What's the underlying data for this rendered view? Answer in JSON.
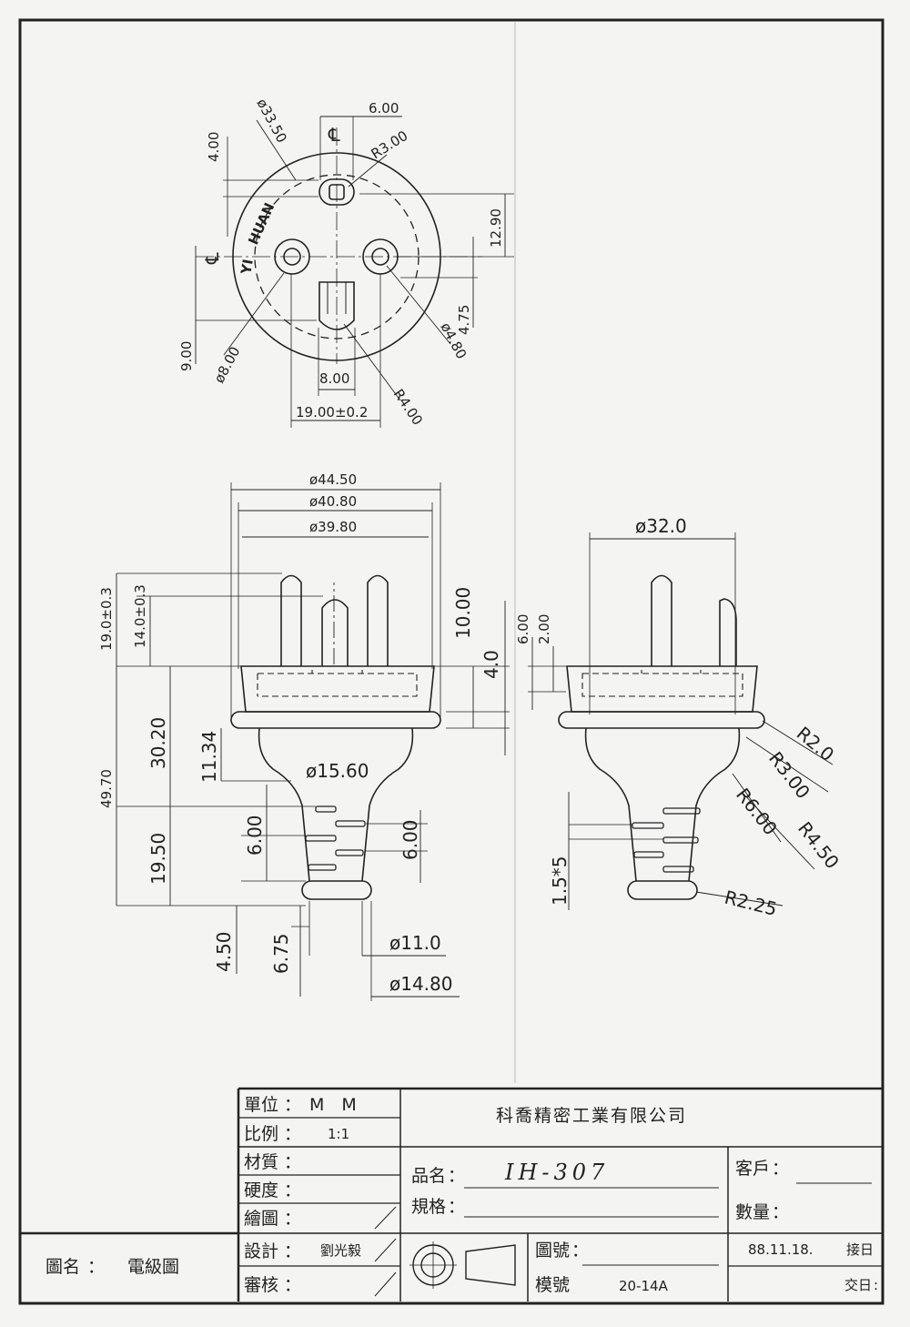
{
  "top_view": {
    "d_outer": "ø33.50",
    "w_top_slot": "6.00",
    "h_top": "4.00",
    "r_top_slot": "R3.00",
    "v_12_90": "12.90",
    "v_4_75": "4.75",
    "v_9_00": "9.00",
    "d_pin": "ø8.00",
    "d_hole": "ø4.80",
    "w_slot": "8.00",
    "pin_spacing": "19.00±0.2",
    "r_slot": "R4.00",
    "centerline": "℄",
    "brand": "HUAN",
    "brand2": "YI"
  },
  "front_view": {
    "d_44_50": "ø44.50",
    "d_40_80": "ø40.80",
    "d_39_80": "ø39.80",
    "h_19": "19.0±0.3",
    "h_14": "14.0±0.3",
    "h_10": "10.00",
    "h_4": "4.0",
    "h_49_70": "49.70",
    "h_30_20": "30.20",
    "h_11_34": "11.34",
    "d_15_60": "ø15.60",
    "h_19_50": "19.50",
    "h_6_left": "6.00",
    "h_6_right": "6.00",
    "h_4_50": "4.50",
    "h_6_75": "6.75",
    "d_11": "ø11.0",
    "d_14_80": "ø14.80"
  },
  "side_view": {
    "d_32": "ø32.0",
    "h_6": "6.00",
    "h_2": "2.00",
    "r_2": "R2.0",
    "r_3": "R3.00",
    "r_6": "R6.00",
    "r_4_5": "R4.50",
    "pitch": "1.5*5",
    "r_2_25": "R2.25"
  },
  "title_block": {
    "unit_label": "單位",
    "unit_value": "M　M",
    "scale_label": "比例",
    "scale_value": "1:1",
    "material_label": "材質",
    "hardness_label": "硬度",
    "drawn_label": "繪圖",
    "design_label": "設計",
    "designer": "劉光毅",
    "review_label": "審核",
    "drawing_name_label": "圖名",
    "drawing_name": "電級圖",
    "company": "科喬精密工業有限公司",
    "product_label": "品名",
    "product": "IH-307",
    "spec_label": "規格",
    "customer_label": "客戶",
    "quantity_label": "數量",
    "drawing_no_label": "圖號",
    "mold_no_label": "模號",
    "mold_no": "20-14A",
    "date": "88.11.18.",
    "received_label": "接日",
    "delivered_label": "交日"
  }
}
